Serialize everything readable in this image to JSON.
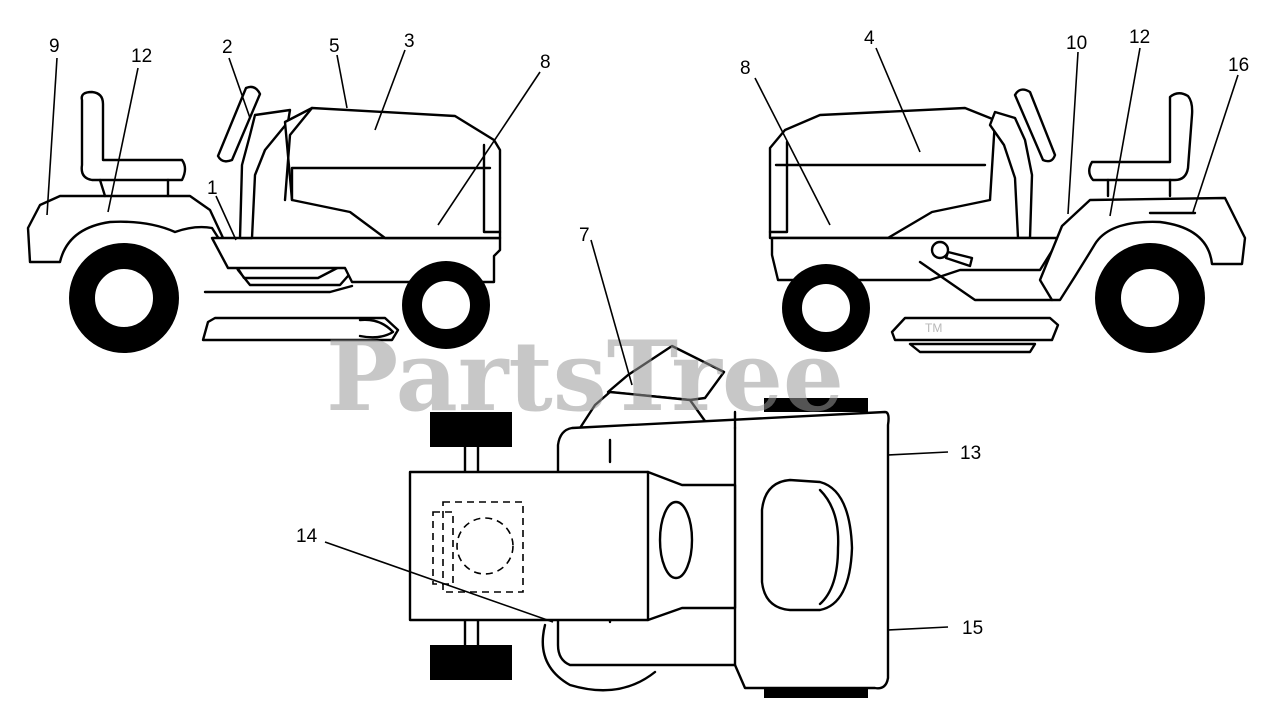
{
  "watermark": {
    "text": "PartsTree",
    "trademark": "TM"
  },
  "callouts": {
    "c1": "1",
    "c2": "2",
    "c3": "3",
    "c4": "4",
    "c5": "5",
    "c7": "7",
    "c8a": "8",
    "c8b": "8",
    "c9": "9",
    "c10": "10",
    "c12a": "12",
    "c12b": "12",
    "c13": "13",
    "c14": "14",
    "c15": "15",
    "c16": "16"
  },
  "colors": {
    "line": "#000000",
    "background": "#ffffff",
    "watermark": "#9a9a9a"
  }
}
